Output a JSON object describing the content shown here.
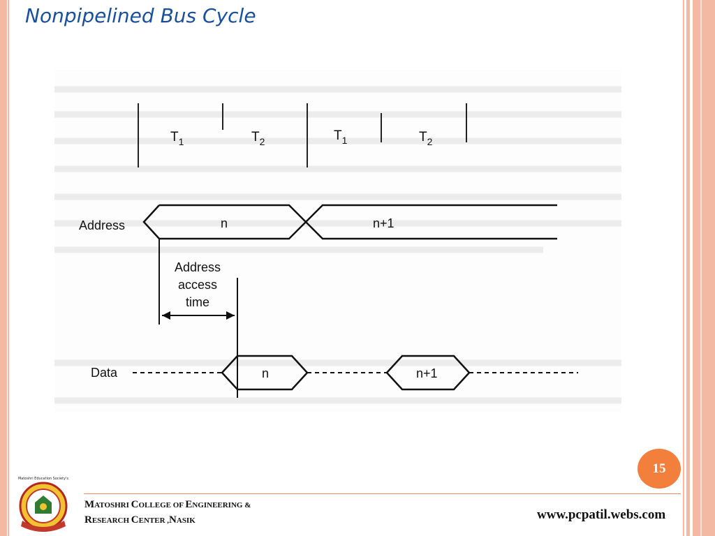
{
  "slide": {
    "title": "Nonpipelined Bus Cycle",
    "page_number": "15",
    "website": "www.pcpatil.webs.com"
  },
  "diagram": {
    "state_labels": [
      "T",
      "T",
      "T",
      "T"
    ],
    "state_subscripts": [
      "1",
      "2",
      "1",
      "2"
    ],
    "address_label": "Address",
    "address_values": [
      "n",
      "n+1"
    ],
    "access_time_lines": [
      "Address",
      "access",
      "time"
    ],
    "data_label": "Data",
    "data_values": [
      "n",
      "n+1"
    ]
  },
  "footer": {
    "college_line1_initial": "M",
    "college_line1_rest": "ATOSHRI ",
    "college_line1_c": "C",
    "college_line1_c_rest": "OLLEGE OF ",
    "college_line1_e": "E",
    "college_line1_e_rest": "NGINEERING  &",
    "college_line2_r": "R",
    "college_line2_r_rest": "ESEARCH ",
    "college_line2_c": "C",
    "college_line2_c_rest": "ENTER ,",
    "college_line2_n": "N",
    "college_line2_n_rest": "ASIK",
    "logo_top_text": "Matoshri Education Society's"
  }
}
